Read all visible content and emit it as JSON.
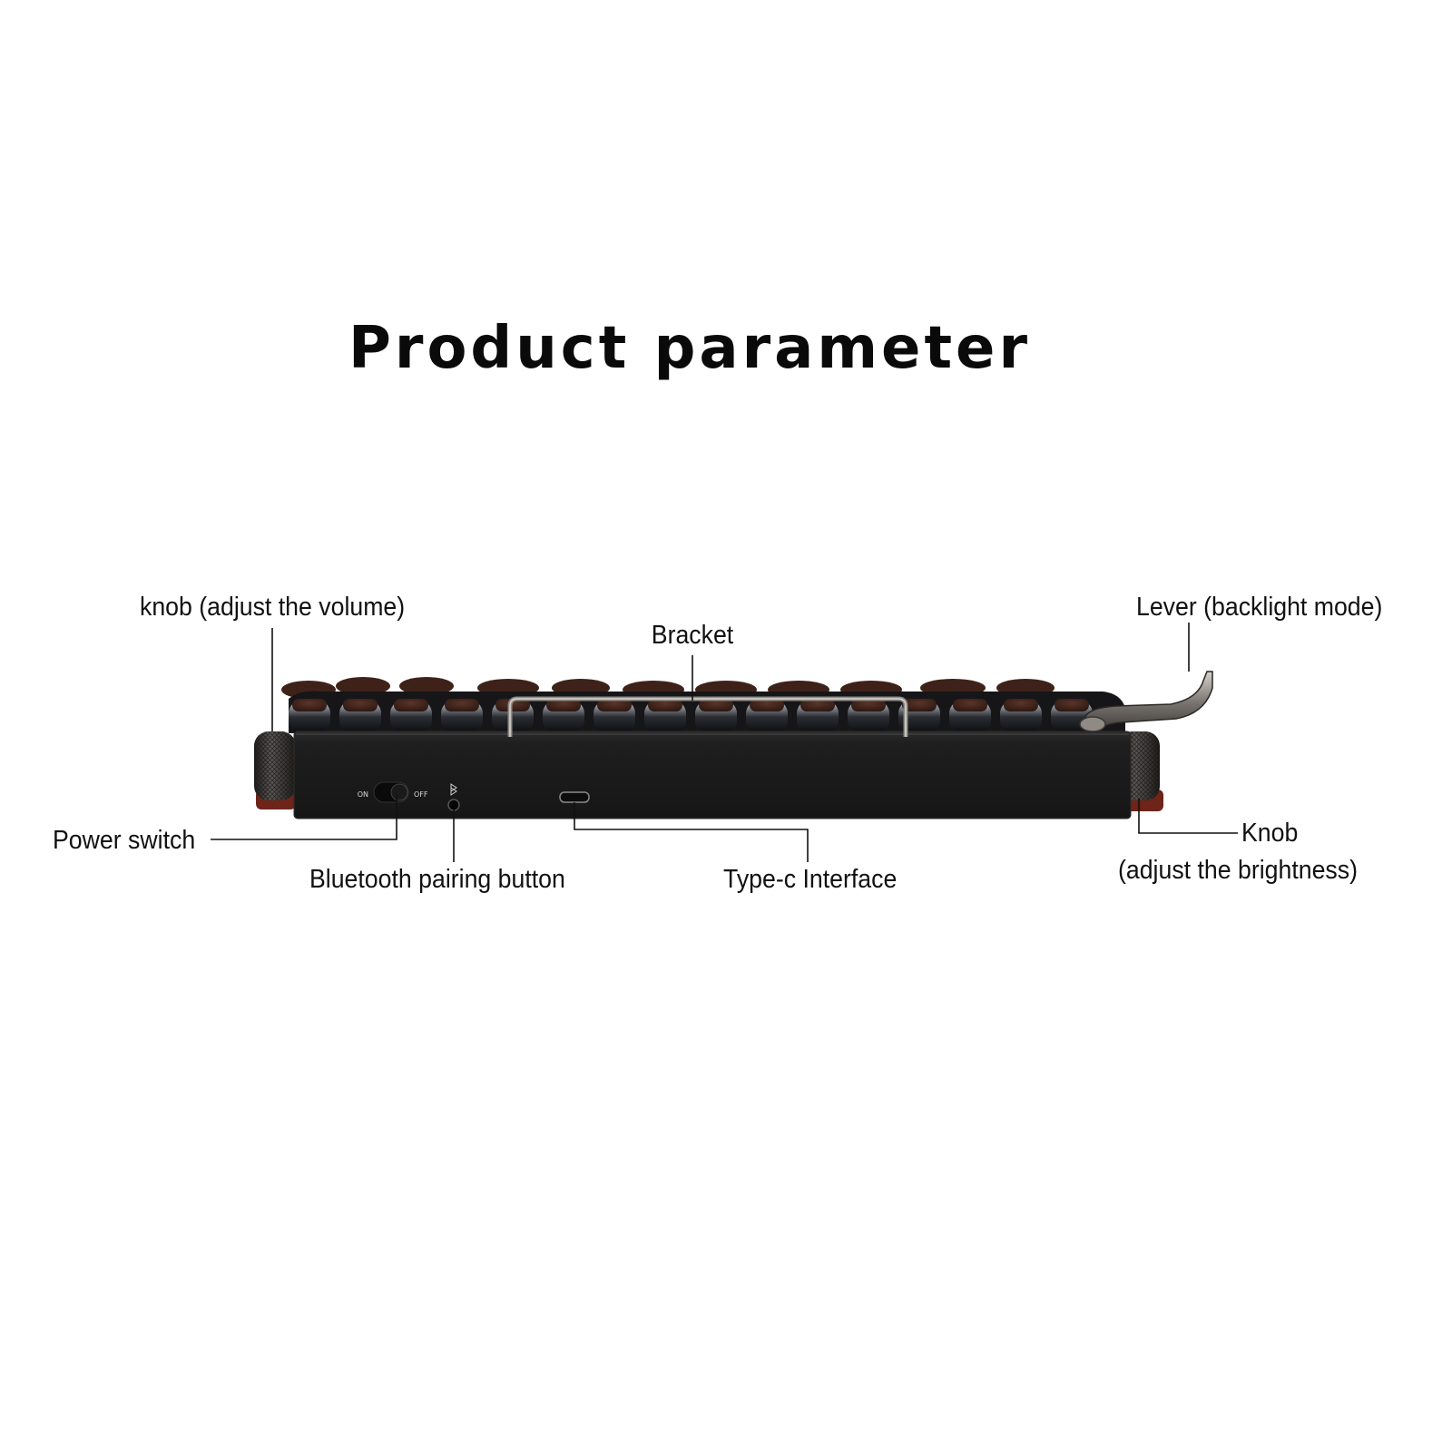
{
  "title": "Product parameter",
  "labels": {
    "knob_volume": "knob (adjust the volume)",
    "bracket": "Bracket",
    "lever": "Lever (backlight mode)",
    "power_switch": "Power switch",
    "bluetooth": "Bluetooth pairing button",
    "typec": "Type-c Interface",
    "knob_brightness_1": "Knob",
    "knob_brightness_2": "(adjust the brightness)"
  },
  "switch_text": {
    "on": "ON",
    "off": "OFF"
  },
  "colors": {
    "body": "#1c1c1c",
    "body_edge": "#2e2e2e",
    "key_wood": "#4a2a20",
    "knob": "#3a3836",
    "wood_base": "#6e2418",
    "leader": "#111111",
    "lever_metal": "#8a8580"
  },
  "icons": {
    "bluetooth": "bluetooth-icon",
    "usb": "usb-c-port-icon"
  }
}
